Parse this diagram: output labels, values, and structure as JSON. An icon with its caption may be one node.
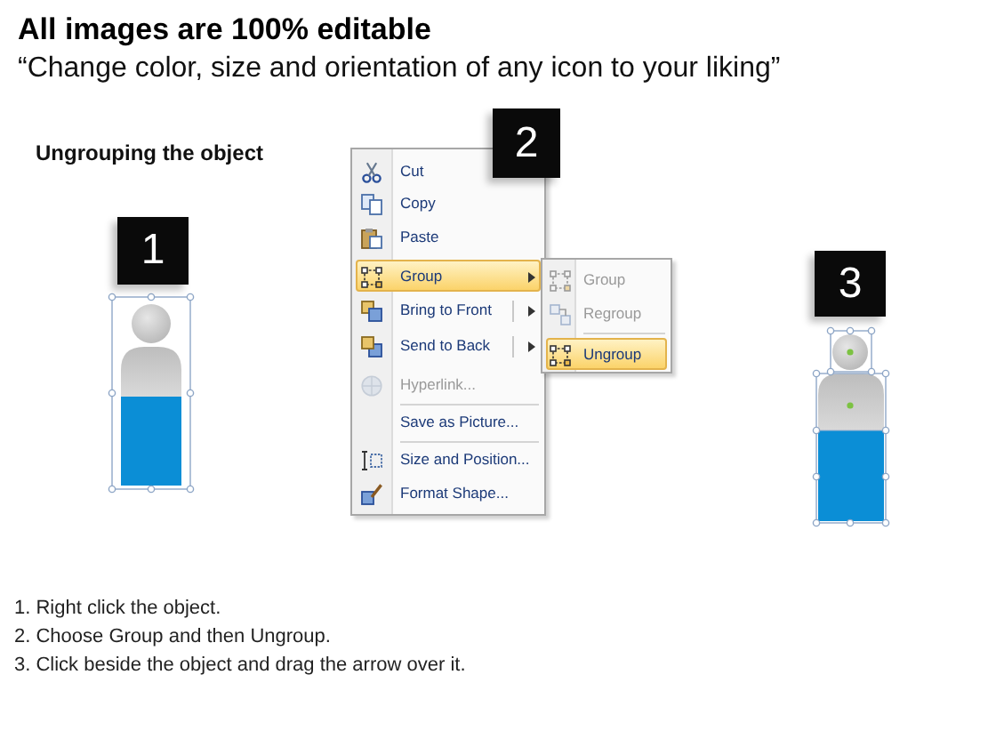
{
  "diagram": {
    "title": "All images are 100% editable",
    "nodes": [
      {
        "text": [
          "1"
        ]
      },
      {
        "text": [
          "2"
        ]
      },
      {
        "text": [
          "Cut",
          "Copy",
          "Paste",
          "Group",
          "Bring to Front",
          "Send to Back",
          "Hyperlink...",
          "Save as Picture...",
          "Size and Position...",
          "Format Shape..."
        ]
      },
      {
        "text": [
          "Group",
          "Regroup",
          "Ungroup"
        ]
      },
      {
        "text": [
          "3"
        ]
      }
    ],
    "labels": [
      "“Change color, size and orientation of any icon to your liking”",
      "Ungrouping the object",
      "1. Right click the object.",
      "2. Choose Group and then Ungroup.",
      "3. Click beside the object and drag the arrow over it."
    ]
  }
}
